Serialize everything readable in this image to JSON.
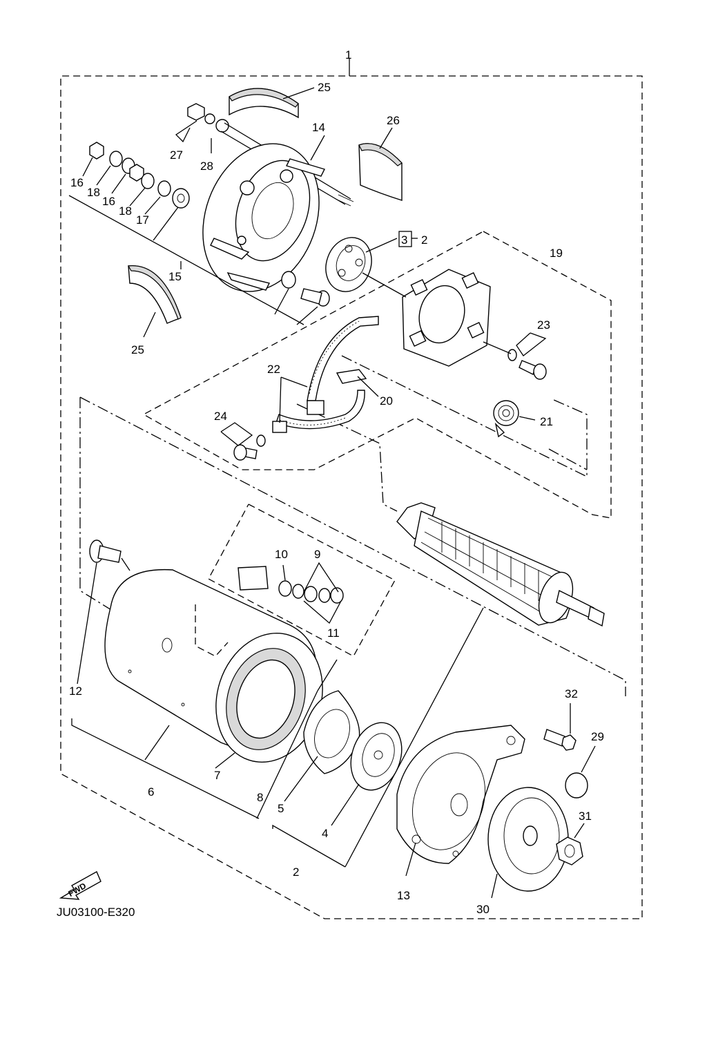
{
  "diagram": {
    "code": "JU03100-E320",
    "fwd_label": "FWD",
    "labels": {
      "p1": "1",
      "p2a": "2",
      "p2b": "2",
      "p3": "3",
      "p4": "4",
      "p5": "5",
      "p6": "6",
      "p7": "7",
      "p8": "8",
      "p9": "9",
      "p10": "10",
      "p11": "11",
      "p12": "12",
      "p13": "13",
      "p14": "14",
      "p15": "15",
      "p16a": "16",
      "p16b": "16",
      "p17": "17",
      "p18a": "18",
      "p18b": "18",
      "p19": "19",
      "p20": "20",
      "p21": "21",
      "p22": "22",
      "p23": "23",
      "p24": "24",
      "p25a": "25",
      "p25b": "25",
      "p26": "26",
      "p27": "27",
      "p28": "28",
      "p29": "29",
      "p30": "30",
      "p31": "31",
      "p32": "32"
    }
  }
}
